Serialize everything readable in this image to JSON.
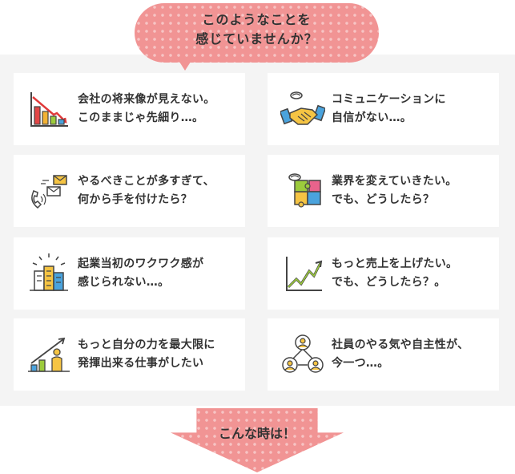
{
  "header": {
    "line1": "このようなことを",
    "line2": "感じていませんか？"
  },
  "cards": [
    {
      "text": "会社の将来像が見えない。\nこのままじゃ先細り…。",
      "icon": "declining-bar-chart-icon"
    },
    {
      "text": "コミュニケーションに\n自信がない…。",
      "icon": "handshake-icon"
    },
    {
      "text": "やるべきことが多すぎて、\n何から手を付けたら？",
      "icon": "phone-mail-icon"
    },
    {
      "text": "業界を変えていきたい。\nでも、どうしたら？",
      "icon": "puzzle-icon"
    },
    {
      "text": "起業当初のワクワク感が\n感じられない…。",
      "icon": "city-buildings-icon"
    },
    {
      "text": "もっと売上を上げたい。\nでも、どうしたら？。",
      "icon": "rising-line-chart-icon"
    },
    {
      "text": "もっと自分の力を最大限に\n発揮出来る仕事がしたい",
      "icon": "growth-person-icon"
    },
    {
      "text": "社員のやる気や自主性が、\n今一つ…。",
      "icon": "team-network-icon"
    }
  ],
  "footer": {
    "label": "こんな時は！"
  },
  "colors": {
    "accent_pink": "#f19494",
    "panel_bg": "#f4f4f4",
    "text": "#333333"
  }
}
